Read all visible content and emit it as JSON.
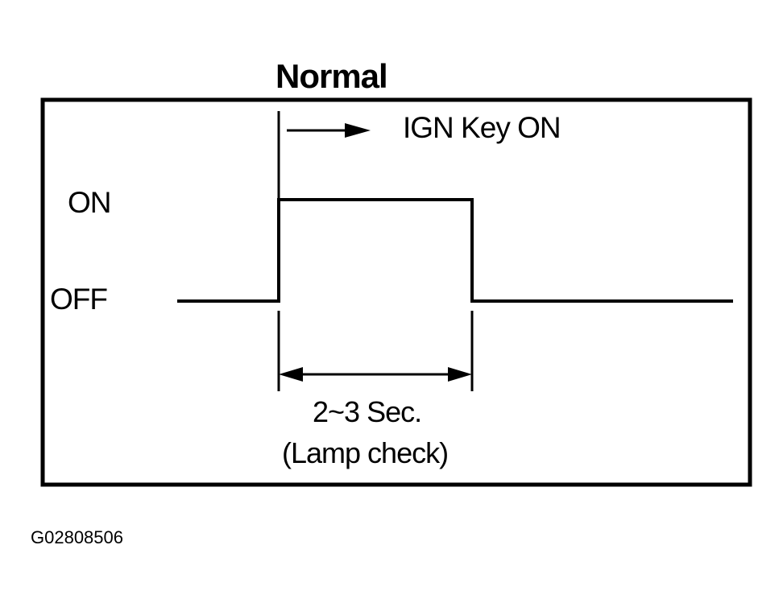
{
  "diagram": {
    "title": "Normal",
    "trigger_label": "IGN Key ON",
    "state_high": "ON",
    "state_low": "OFF",
    "duration_label": "2~3 Sec.",
    "duration_caption": "(Lamp check)",
    "figure_code": "G02808506"
  }
}
